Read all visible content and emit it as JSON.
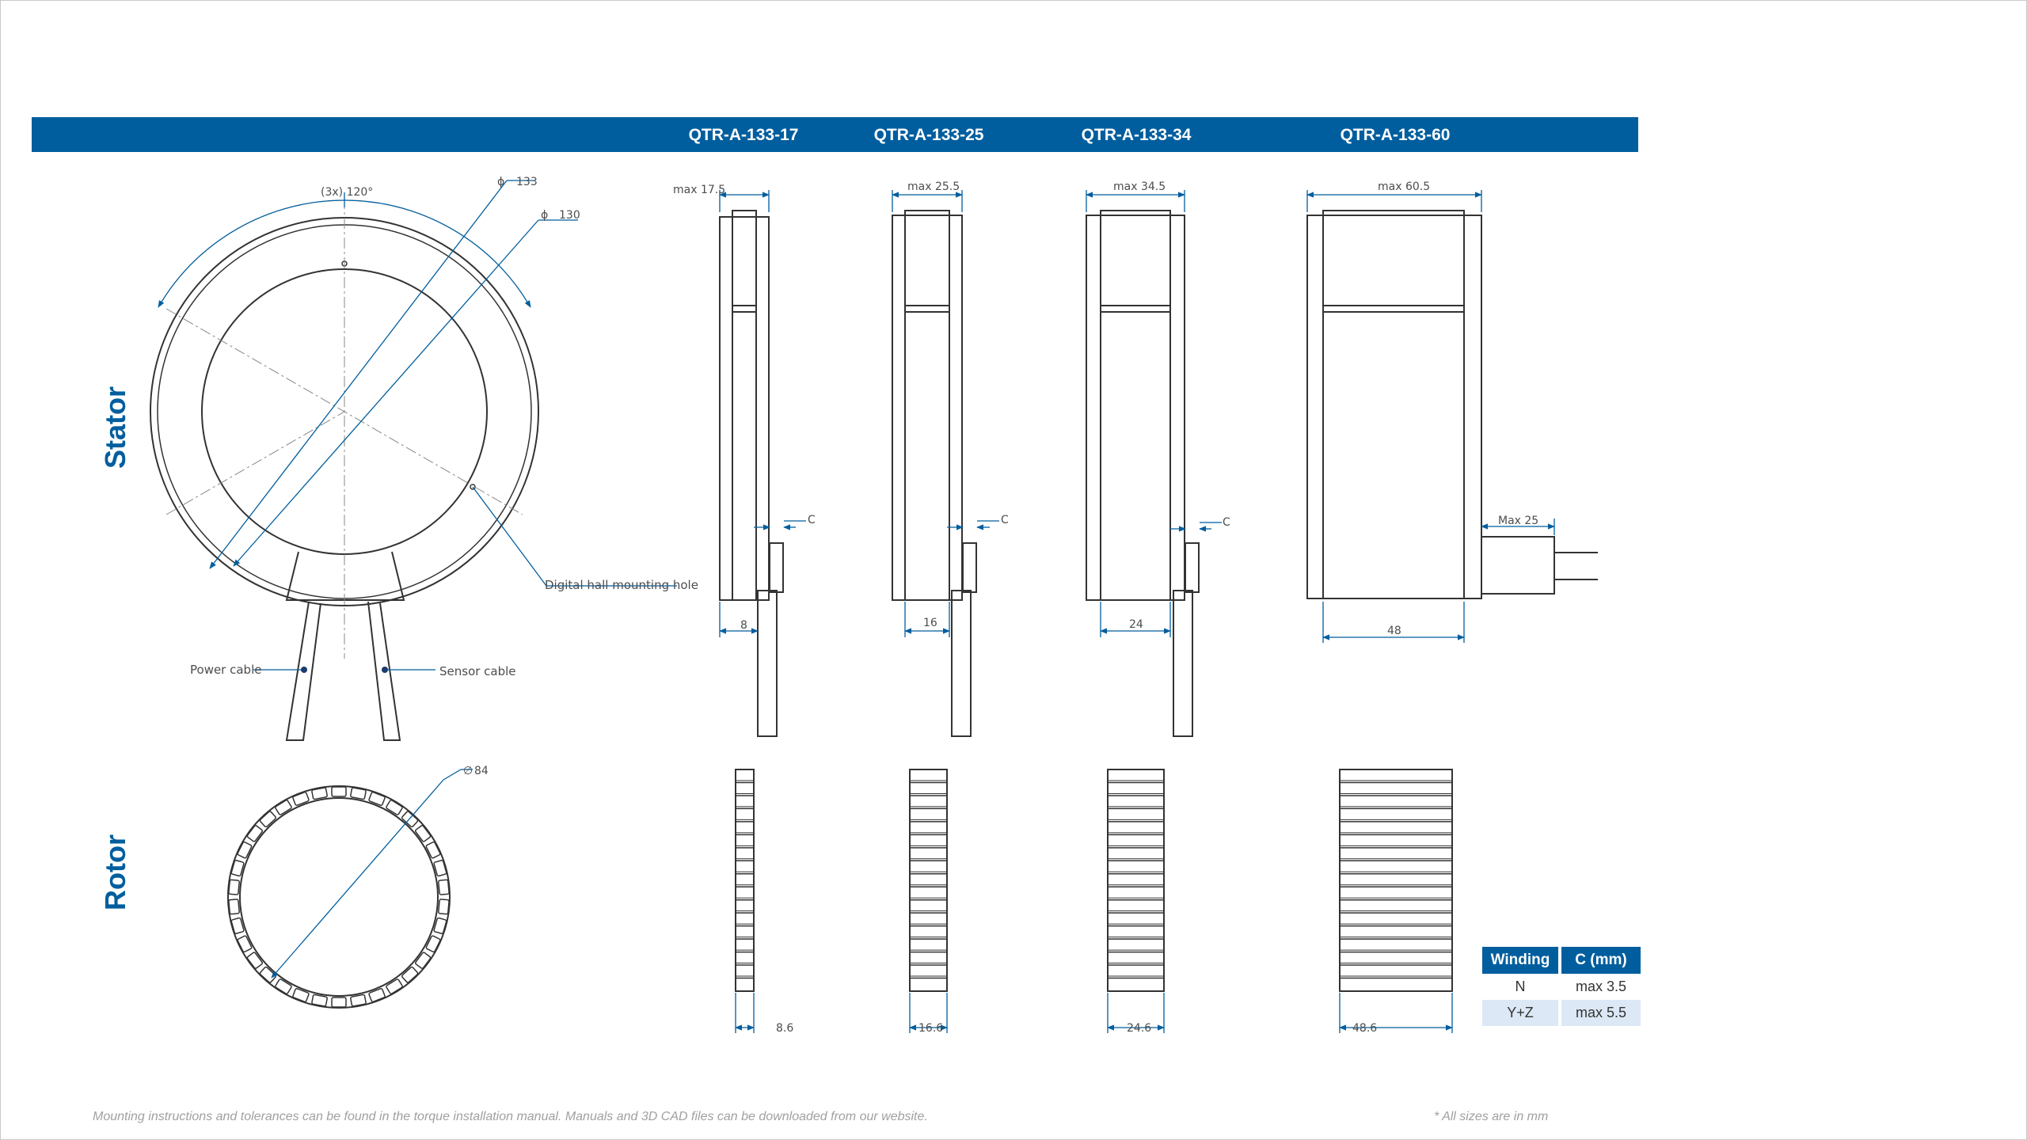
{
  "header": {
    "models": [
      "QTR-A-133-17",
      "QTR-A-133-25",
      "QTR-A-133-34",
      "QTR-A-133-60"
    ],
    "brand_color": "#005e9e"
  },
  "sections": {
    "stator": "Stator",
    "rotor": "Rotor"
  },
  "stator_front": {
    "angle_label": "(3x) 120°",
    "outer_diameter": "133",
    "inner_diameter": "130",
    "hall_hole": "Digital hall mounting hole",
    "power_cable": "Power cable",
    "sensor_cable": "Sensor cable"
  },
  "stator_side": [
    {
      "max": "max 17.5",
      "c": "C",
      "width": "8"
    },
    {
      "max": "max 25.5",
      "c": "C",
      "width": "16"
    },
    {
      "max": "max 34.5",
      "c": "C",
      "width": "24"
    },
    {
      "max": "max 60.5",
      "c": "Max 25",
      "width": "48"
    }
  ],
  "rotor_front": {
    "diameter": "84"
  },
  "rotor_side": [
    "8.6",
    "16.6",
    "24.6",
    "48.6"
  ],
  "winding_table": {
    "headers": [
      "Winding",
      "C (mm)"
    ],
    "rows": [
      [
        "N",
        "max 3.5"
      ],
      [
        "Y+Z",
        "max 5.5"
      ]
    ]
  },
  "footer": {
    "left": "Mounting instructions and tolerances can be found in the torque installation manual. Manuals and 3D CAD files can be downloaded from our website.",
    "right": "* All sizes are in mm"
  }
}
